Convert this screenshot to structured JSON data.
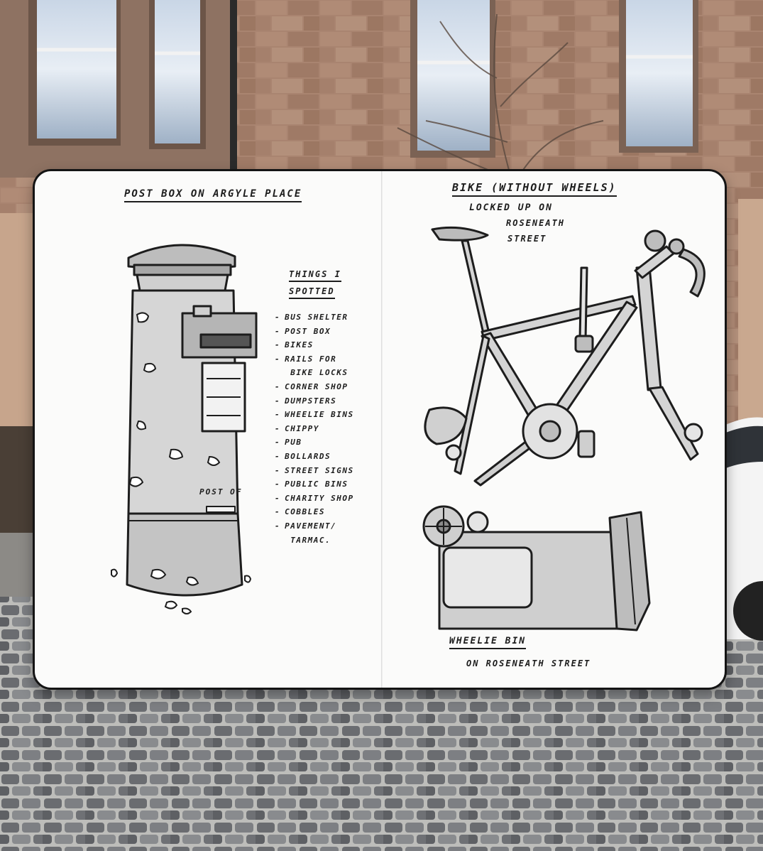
{
  "left_page": {
    "title": "POST BOX ON ARGYLE PLACE",
    "post_box_text": "POST OF",
    "list_heading_line1": "THINGS I",
    "list_heading_line2": "SPOTTED",
    "list_items": [
      "BUS SHELTER",
      "POST BOX",
      "BIKES",
      "RAILS FOR",
      "BIKE LOCKS",
      "CORNER SHOP",
      "DUMPSTERS",
      "WHEELIE BINS",
      "CHIPPY",
      "PUB",
      "BOLLARDS",
      "STREET SIGNS",
      "PUBLIC BINS",
      "CHARITY SHOP",
      "COBBLES",
      "PAVEMENT/",
      "TARMAC."
    ]
  },
  "right_page": {
    "bike_title": "BIKE (WITHOUT WHEELS)",
    "bike_sub_line1": "LOCKED UP ON",
    "bike_sub_line2": "ROSENEATH",
    "bike_sub_line3": "STREET",
    "bin_title": "WHEELIE BIN",
    "bin_sub": "ON ROSENEATH STREET"
  },
  "colors": {
    "sandstone": "#a47f68",
    "paper": "#fbfbfa",
    "ink": "#1d1d1d",
    "cobble": "#6b6d70"
  }
}
